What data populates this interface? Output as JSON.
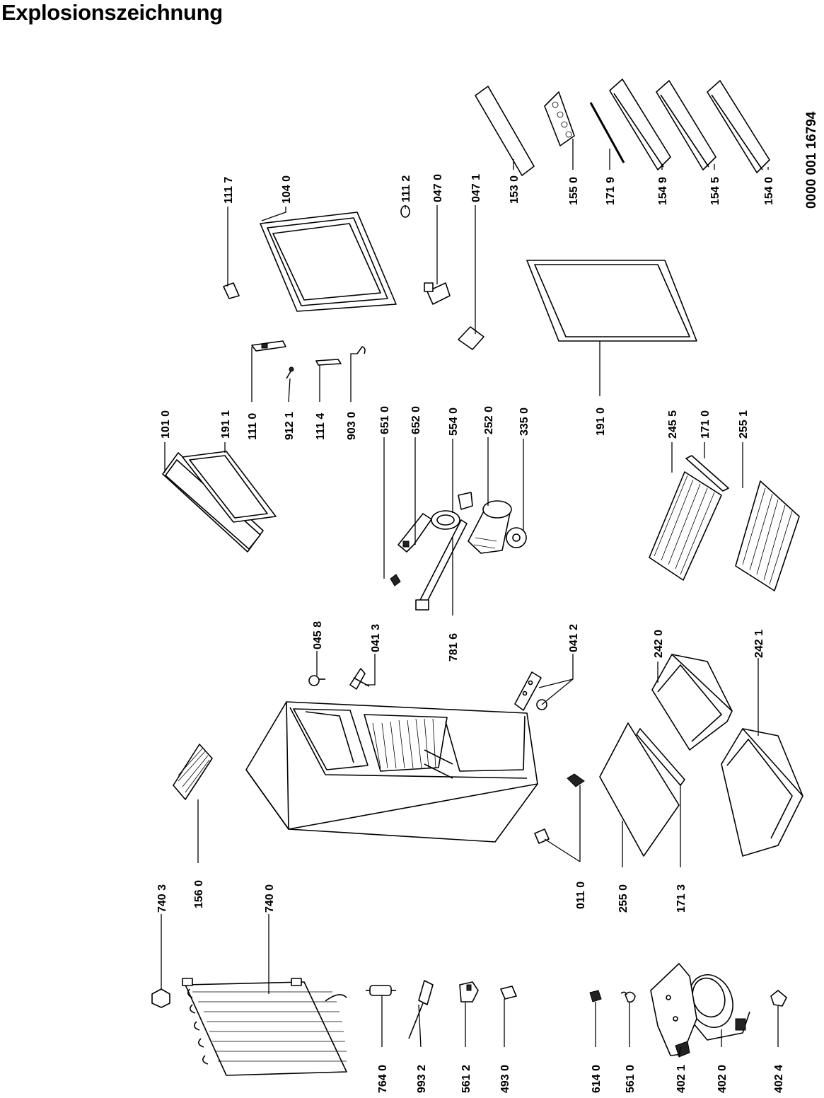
{
  "title": "Explosionszeichnung",
  "document_number": "0000 001 16794",
  "part_labels": {
    "p7403": "740 3",
    "p1560": "156 0",
    "p7400": "740 0",
    "p7640": "764 0",
    "p9932": "993 2",
    "p5612": "561 2",
    "p4930": "493 0",
    "p6140": "614 0",
    "p5610": "561 0",
    "p4021": "402 1",
    "p4020": "402 0",
    "p4024": "402 4",
    "p0110": "011 0",
    "p2550": "255 0",
    "p1713": "171 3",
    "p0458": "045 8",
    "p0413": "041 3",
    "p7816": "781 6",
    "p0412": "041 2",
    "p2420": "242 0",
    "p2421": "242 1",
    "p1010": "101 0",
    "p1911": "191 1",
    "p1110": "111 0",
    "p9121": "912 1",
    "p1114": "111 4",
    "p9030": "903 0",
    "p6510": "651 0",
    "p6520": "652 0",
    "p5540": "554 0",
    "p2520": "252 0",
    "p3350": "335 0",
    "p1910": "191 0",
    "p2455": "245 5",
    "p1710": "171 0",
    "p2551": "255 1",
    "p1117": "111 7",
    "p1040": "104 0",
    "p1112": "111 2",
    "p0470": "047 0",
    "p0471": "047 1",
    "p1530": "153 0",
    "p1550": "155 0",
    "p1719": "171 9",
    "p1549": "154 9",
    "p1545": "154 5",
    "p1540": "154 0"
  }
}
